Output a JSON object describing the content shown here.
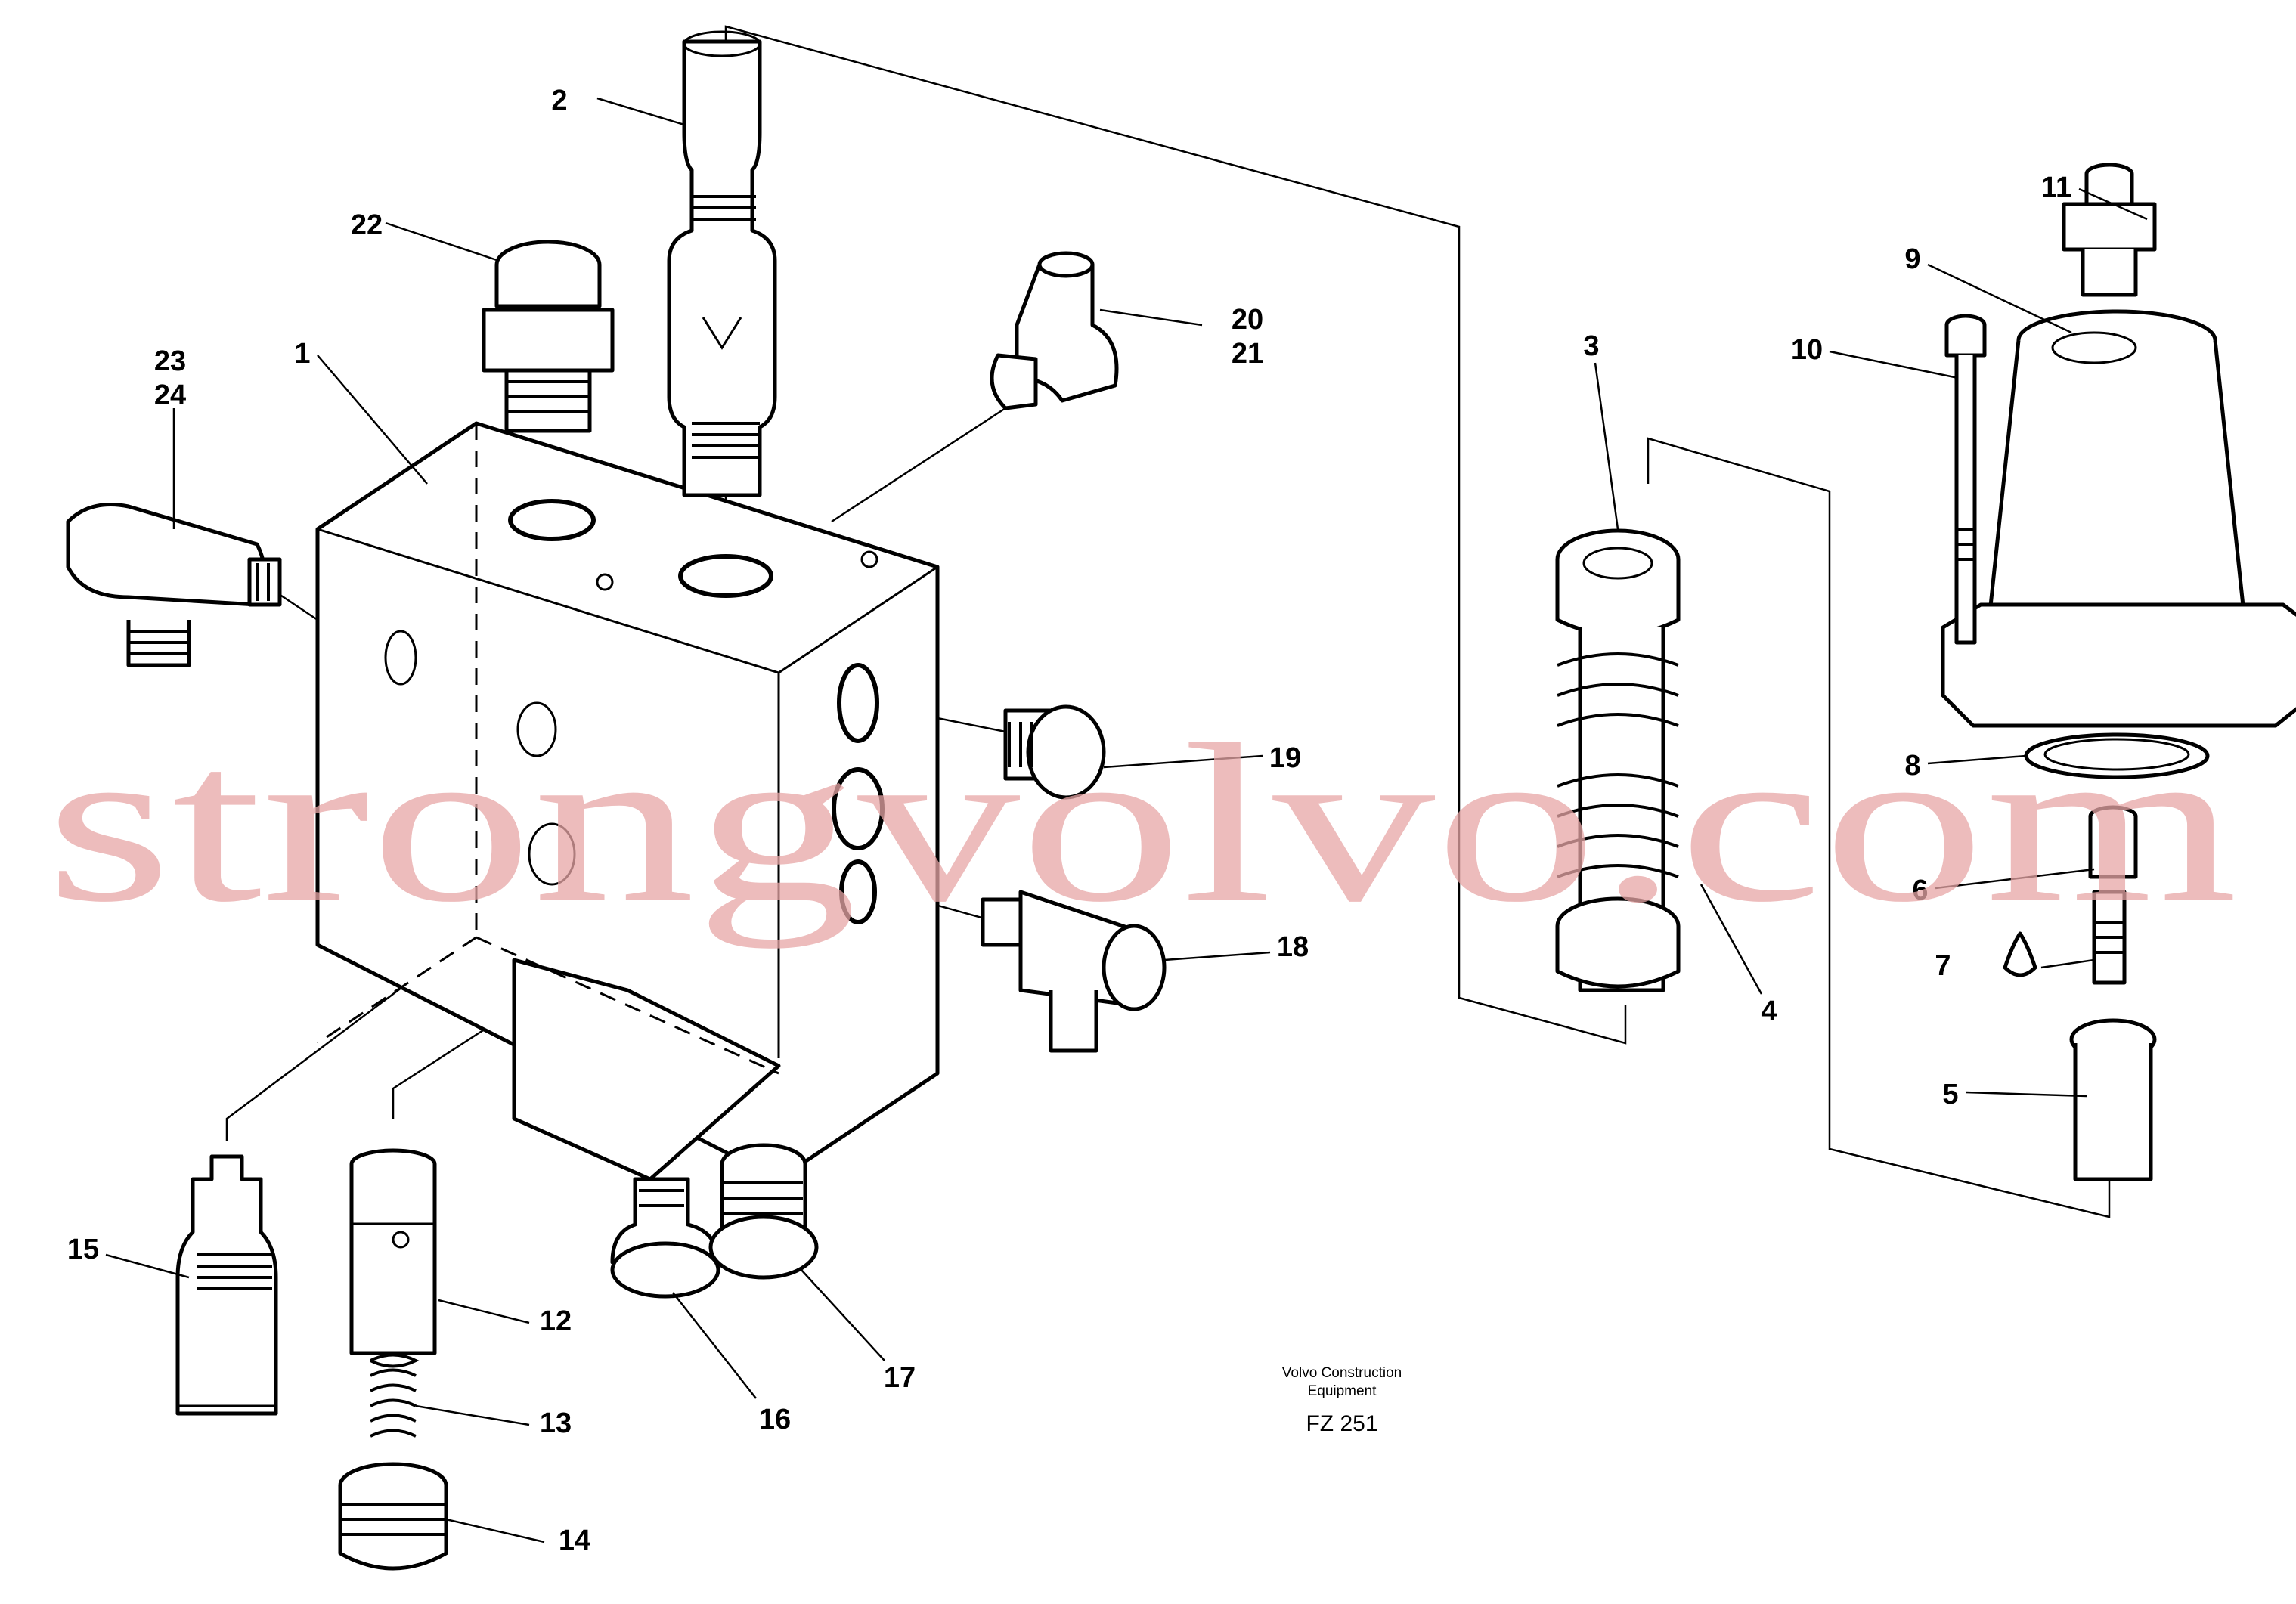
{
  "caption": {
    "line1": "Volvo Construction",
    "line2": "Equipment",
    "code": "FZ 251"
  },
  "watermark": "strongvolvo.com",
  "callouts": [
    {
      "id": "1",
      "label": "1"
    },
    {
      "id": "2",
      "label": "2"
    },
    {
      "id": "3",
      "label": "3"
    },
    {
      "id": "4",
      "label": "4"
    },
    {
      "id": "5",
      "label": "5"
    },
    {
      "id": "6",
      "label": "6"
    },
    {
      "id": "7",
      "label": "7"
    },
    {
      "id": "8",
      "label": "8"
    },
    {
      "id": "9",
      "label": "9"
    },
    {
      "id": "10",
      "label": "10"
    },
    {
      "id": "11",
      "label": "11"
    },
    {
      "id": "12",
      "label": "12"
    },
    {
      "id": "13",
      "label": "13"
    },
    {
      "id": "14",
      "label": "14"
    },
    {
      "id": "15",
      "label": "15"
    },
    {
      "id": "16",
      "label": "16"
    },
    {
      "id": "17",
      "label": "17"
    },
    {
      "id": "18",
      "label": "18"
    },
    {
      "id": "19",
      "label": "19"
    },
    {
      "id": "20",
      "label": "20"
    },
    {
      "id": "21",
      "label": "21"
    },
    {
      "id": "22",
      "label": "22"
    },
    {
      "id": "23",
      "label": "23"
    },
    {
      "id": "24",
      "label": "24"
    }
  ]
}
